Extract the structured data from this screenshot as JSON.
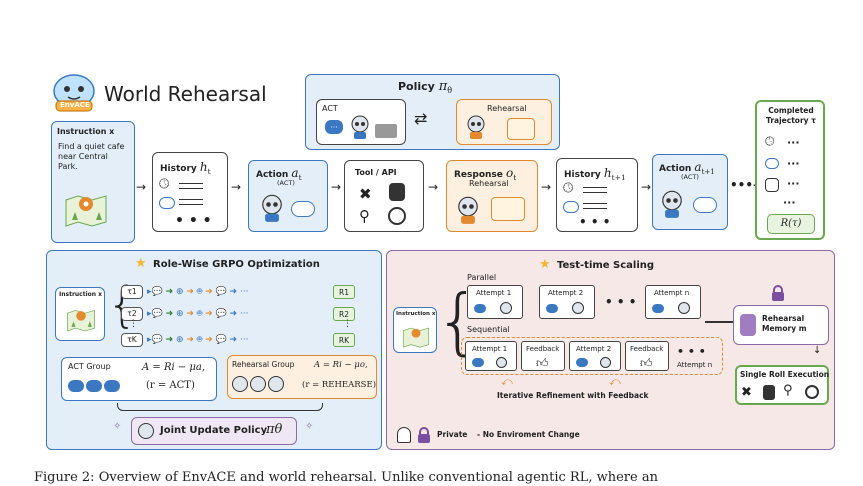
{
  "logo": {
    "text": "EnvACE",
    "title": "World Rehearsal"
  },
  "policy": {
    "title": "Policy",
    "symbol": "π",
    "sub": "θ",
    "act_label": "ACT",
    "rehearsal_label": "Rehearsal"
  },
  "instruction": {
    "title": "Instruction x",
    "text": "Find a quiet cafe near Central Park."
  },
  "history": {
    "title": "History",
    "symbol": "h",
    "sub": "t"
  },
  "action": {
    "title": "Action",
    "symbol": "a",
    "sub": "t",
    "tag": "(ACT)"
  },
  "tool": {
    "title": "Tool / API"
  },
  "response": {
    "title": "Response",
    "symbol": "o",
    "sub": "t",
    "tag": "Rehearsal"
  },
  "history2": {
    "title": "History",
    "symbol": "h",
    "sub": "t+1"
  },
  "action2": {
    "title": "Action",
    "symbol": "a",
    "sub": "t+1",
    "tag": "(ACT)"
  },
  "completed": {
    "title": "Completed Trajectory τ",
    "dots": "···",
    "reward": "R(τ)"
  },
  "grpo": {
    "title": "Role-Wise GRPO Optimization",
    "instruction": "Instruction x",
    "taus": [
      "τ1",
      "τ2",
      "τK"
    ],
    "rewards": [
      "R1",
      "R2",
      "RK"
    ],
    "act_group": "ACT Group",
    "act_formula": "A = Ri − μa,",
    "act_cond": "(r = ACT)",
    "reh_group": "Rehearsal Group",
    "reh_formula": "A = Ri − μo,",
    "reh_cond": "(r = REHEARSE)",
    "joint": "Joint Update Policy",
    "joint_symbol": "πθ"
  },
  "tts": {
    "title": "Test-time Scaling",
    "instruction": "Instruction x",
    "parallel": "Parallel",
    "sequential": "Sequential",
    "attempts": [
      "Attempt 1",
      "Attempt 2",
      "Attempt n"
    ],
    "feedback": "Feedback",
    "seq_attempt_n": "Attempt n",
    "refinement": "Iterative Refinement with Feedback",
    "memory": "Rehearsal Memory m",
    "single": "Single Roll Execution",
    "private": "Private",
    "private_note": "- No Enviroment Change"
  },
  "caption": "Figure 2: Overview of EnvACE and world rehearsal. Unlike conventional agentic RL, where an",
  "colors": {
    "blue": "#3a78c2",
    "green": "#6aa84f",
    "orange": "#e38a2f",
    "purple": "#8a6aa8"
  }
}
